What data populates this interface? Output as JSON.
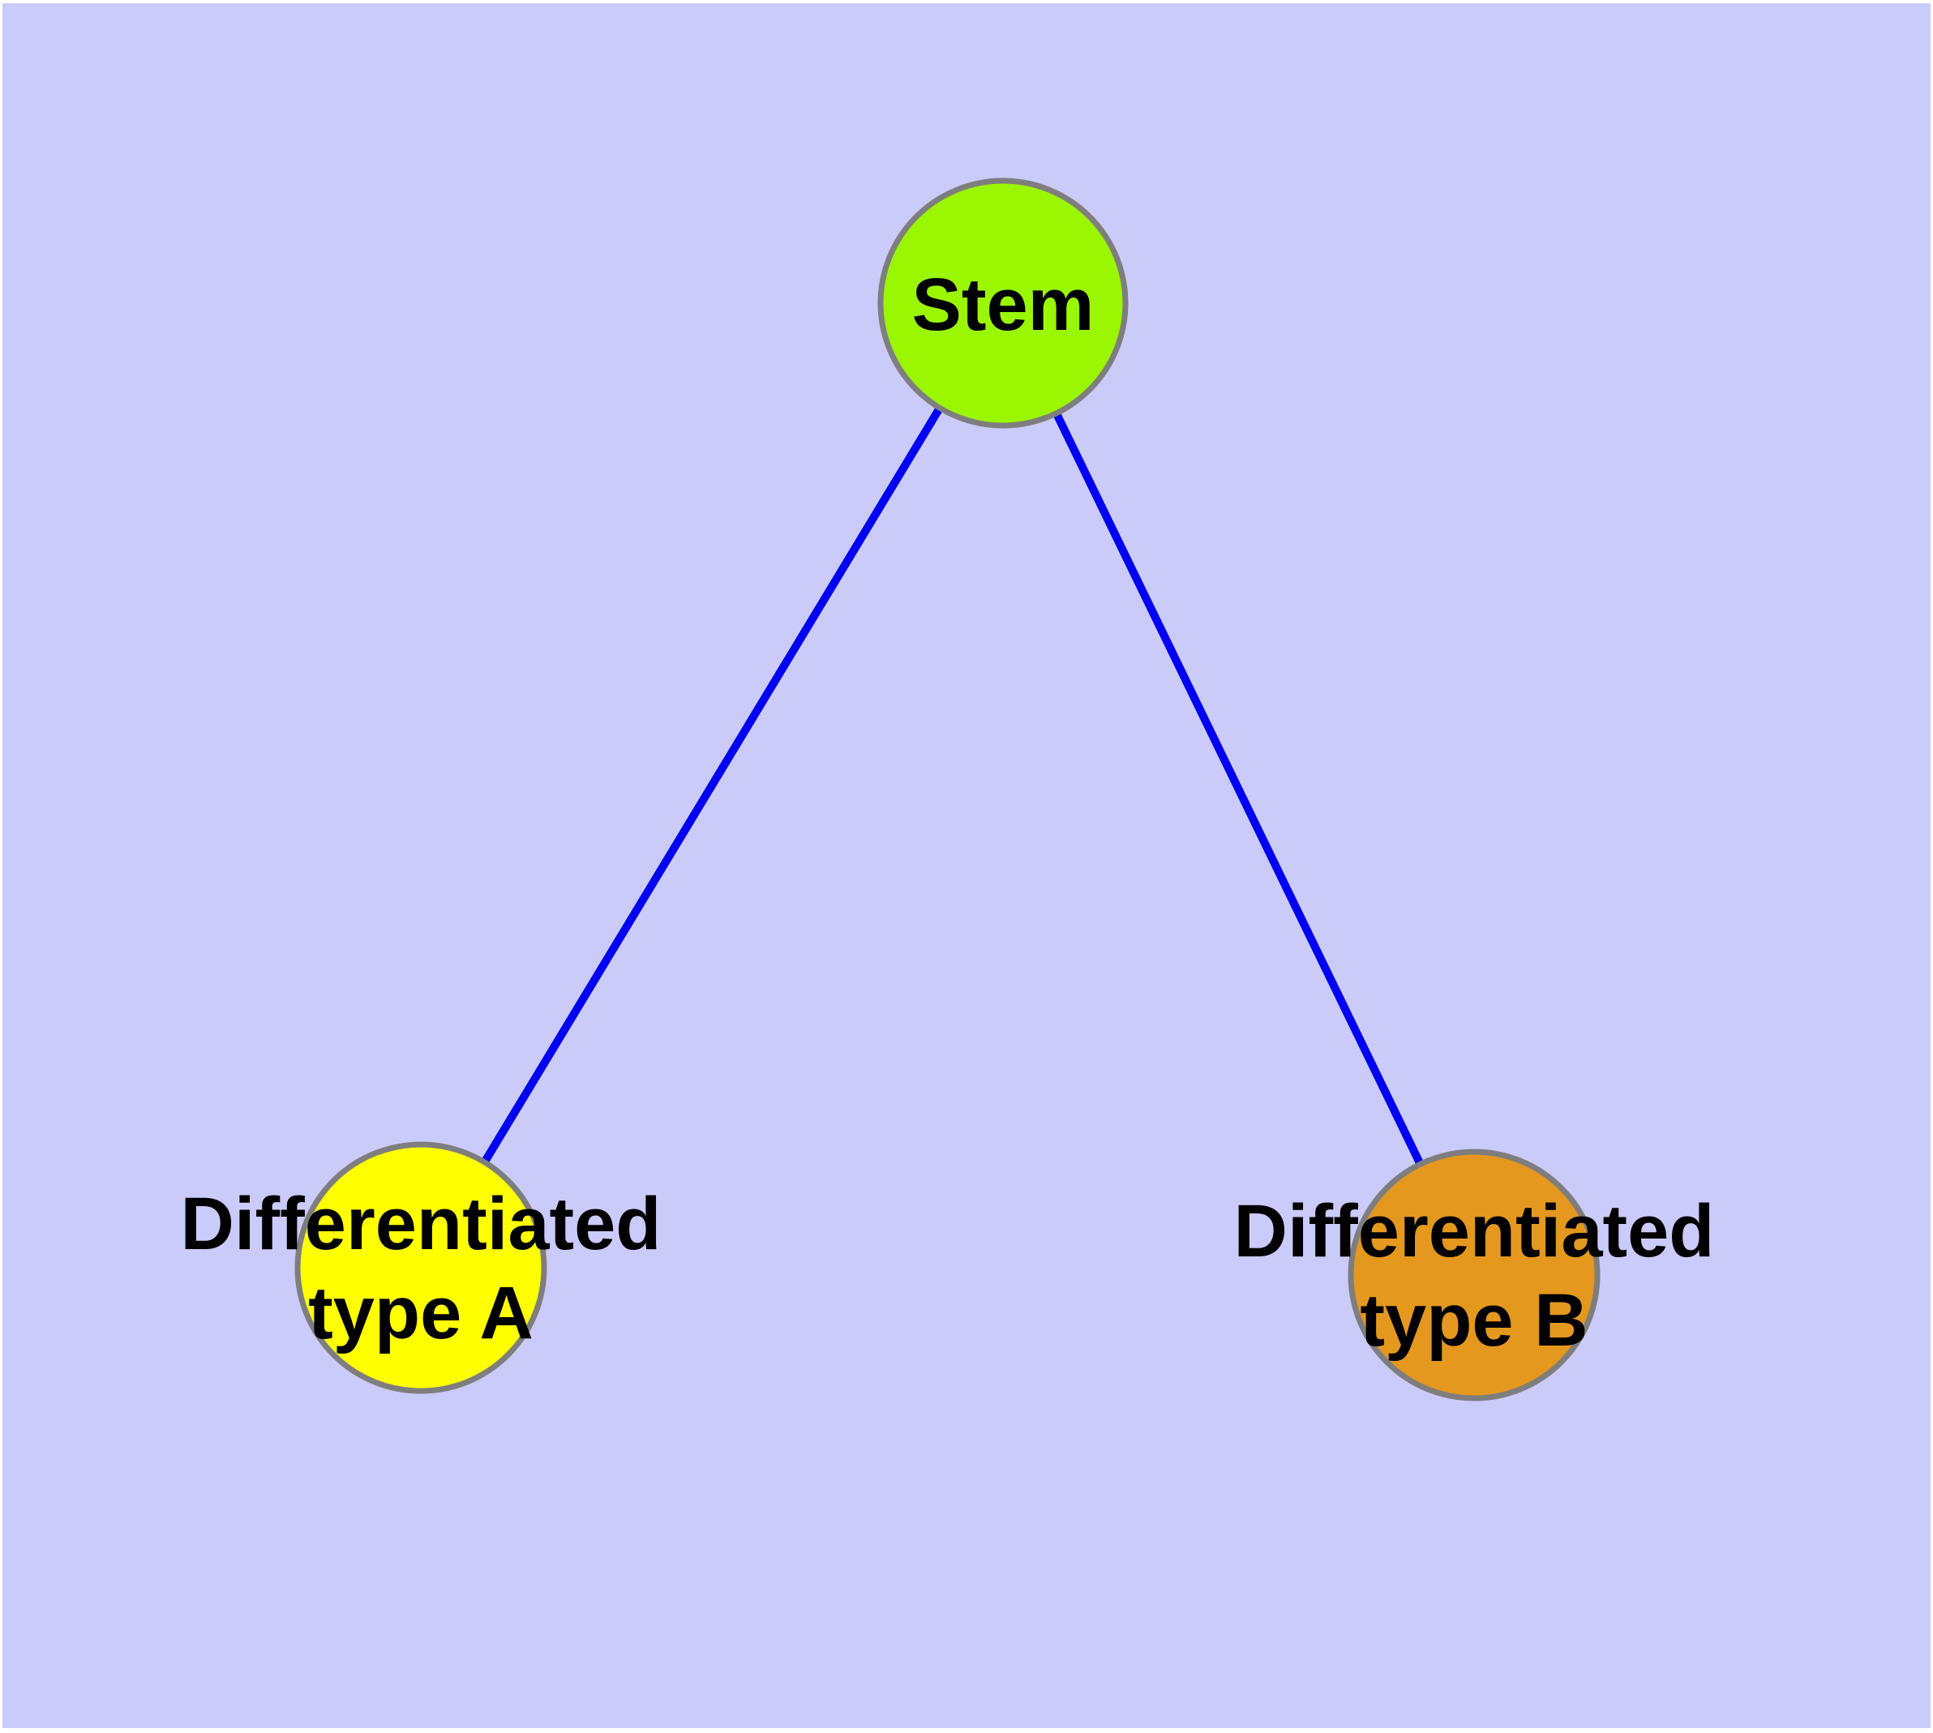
{
  "diagram": {
    "background_color": "#cbcbfa",
    "edge_color": "#0000f2",
    "node_border_color": "#7e7e7e",
    "text_color": "#000000",
    "nodes": [
      {
        "id": "stem",
        "label": "Stem",
        "fill": "#9bf602"
      },
      {
        "id": "differentiated-type-a",
        "label_line1": "Differentiated",
        "label_line2": "type A",
        "fill": "#ffff00"
      },
      {
        "id": "differentiated-type-b",
        "label_line1": "Differentiated",
        "label_line2": "type B",
        "fill": "#e4981e"
      }
    ],
    "edges": [
      {
        "from": "Stem",
        "to": "Differentiated type A"
      },
      {
        "from": "Stem",
        "to": "Differentiated type B"
      }
    ]
  }
}
